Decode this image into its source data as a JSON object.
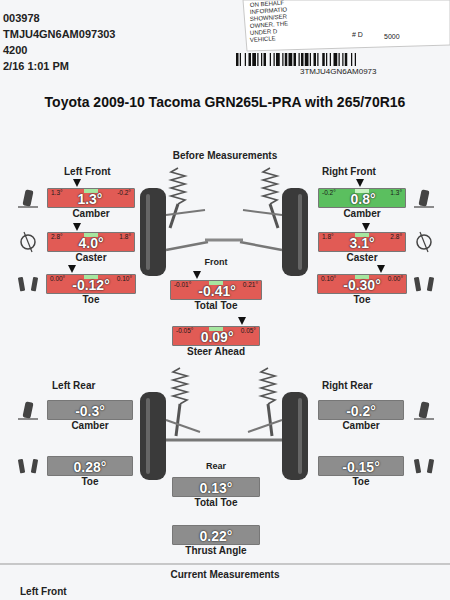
{
  "diagram": {
    "title": "Toyota 2009-10 Tacoma GRN265L-PRA with 265/70R16",
    "nodes": [
      {
        "text": [
          "1.3°",
          "-0.2°",
          "1.3°",
          "Camber"
        ]
      },
      {
        "text": [
          "2.8°",
          "1.8°",
          "4.0°",
          "Caster"
        ]
      },
      {
        "text": [
          "0.00°",
          "0.10°",
          "-0.12°",
          "Toe"
        ]
      },
      {
        "text": [
          "-0.2°",
          "1.3°",
          "0.8°",
          "Camber"
        ]
      },
      {
        "text": [
          "1.8°",
          "2.8°",
          "3.1°",
          "Caster"
        ]
      },
      {
        "text": [
          "0.10°",
          "0.00°",
          "-0.30°",
          "Toe"
        ]
      },
      {
        "text": [
          "-0.01°",
          "0.21°",
          "-0.41°",
          "Total Toe"
        ]
      },
      {
        "text": [
          "-0.05°",
          "0.05°",
          "0.09°",
          "Steer Ahead"
        ]
      },
      {
        "text": [
          "-0.3°",
          "Camber"
        ]
      },
      {
        "text": [
          "0.28°",
          "Toe"
        ]
      },
      {
        "text": [
          "-0.2°",
          "Camber"
        ]
      },
      {
        "text": [
          "-0.15°",
          "Toe"
        ]
      },
      {
        "text": [
          "0.13°",
          "Total Toe"
        ]
      },
      {
        "text": [
          "0.22°",
          "Thrust Angle"
        ]
      }
    ],
    "labels": [
      "ON BEHALF",
      "INFORMATIO",
      "SHOWN/SER",
      "OWNER. THE",
      "UNDER D",
      "VEHICLE",
      "# D",
      "5000",
      "003978",
      "TMJU4GN6AM097303",
      "4200",
      "2/16 1:01 PM",
      "3TMJU4GN6AM0973",
      "Before Measurements",
      "Left Front",
      "Right Front",
      "Front",
      "Left Rear",
      "Right Rear",
      "Rear",
      "Current Measurements",
      "Left Front"
    ]
  }
}
